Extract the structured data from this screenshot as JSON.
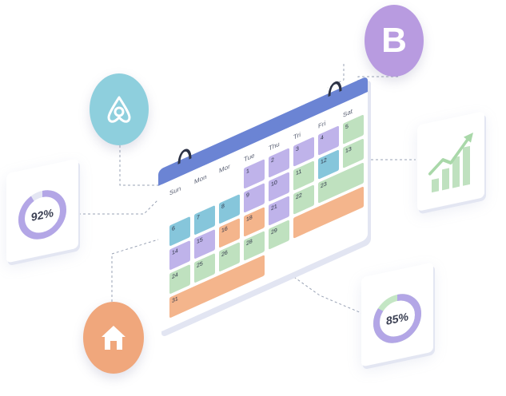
{
  "calendar": {
    "weekdays": [
      "Sun",
      "Mon",
      "Mor",
      "Tue",
      "Thu",
      "Tri",
      "Fri",
      "Sat"
    ],
    "dates": [
      "1",
      "2",
      "3",
      "4",
      "5",
      "6",
      "7",
      "8",
      "9",
      "10",
      "11",
      "12",
      "13",
      "14",
      "15",
      "16",
      "18",
      "21",
      "22",
      "23",
      "24",
      "25",
      "26",
      "28",
      "29",
      "31"
    ]
  },
  "stats": {
    "left_percent": "92%",
    "left_value": 0.92,
    "right_percent": "85%",
    "right_value": 0.85
  },
  "icons": {
    "airbnb": "airbnb-logo-icon",
    "booking": "booking-b-logo-icon",
    "home": "home-icon",
    "chart": "bar-chart-trend-icon"
  },
  "booking_letter": "B",
  "colors": {
    "header_blue": "#6b84d4",
    "purple": "#bfb3ea",
    "teal": "#86c6db",
    "green": "#bfe1bf",
    "orange": "#f4b58c",
    "airbnb_circle": "#8ecfdd",
    "booking_circle": "#b89be0",
    "home_circle": "#f0a77c"
  }
}
